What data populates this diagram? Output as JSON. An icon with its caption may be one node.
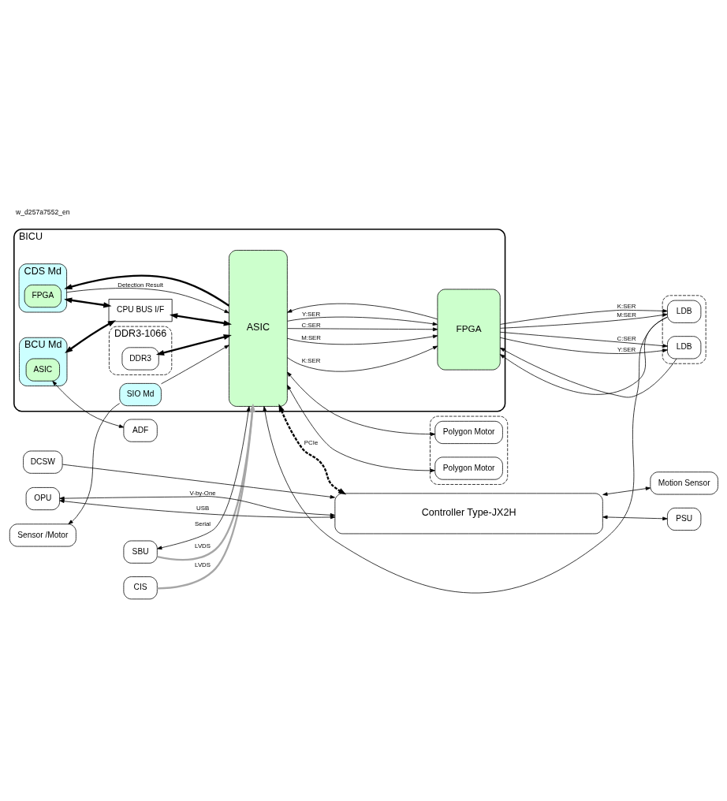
{
  "diagram": {
    "nodes": [
      {
        "text": [
          "BICU"
        ]
      },
      {
        "text": [
          "CDS Md"
        ],
        "in": 0
      },
      {
        "text": [
          "FPGA"
        ],
        "in": 1
      },
      {
        "text": [
          "BCU Md"
        ],
        "in": 0
      },
      {
        "text": [
          "ASIC"
        ],
        "in": 3
      },
      {
        "text": [
          "CPU BUS I/F"
        ],
        "in": 0
      },
      {
        "text": [
          "ADF"
        ]
      },
      {
        "text": [
          "SBU"
        ]
      },
      {
        "text": [
          "CIS"
        ]
      },
      {
        "text": [
          "DDR3-1066"
        ],
        "in": 0
      },
      {
        "text": [
          "DDR3"
        ],
        "in": 9
      },
      {
        "text": [
          "ASIC"
        ],
        "in": 0
      },
      {
        "text": [
          "Sensor /Motor"
        ]
      },
      {
        "text": [
          "SIO Md"
        ],
        "in": 0
      },
      {
        "text": [],
        "shape": "box"
      },
      {
        "text": [
          "Polygon Motor"
        ],
        "in": 14
      },
      {
        "text": [
          "Polygon Motor"
        ],
        "in": 14
      },
      {
        "text": [
          "FPGA"
        ],
        "in": 0
      },
      {
        "text": [],
        "shape": "box"
      },
      {
        "text": [
          "LDB"
        ],
        "in": 18
      },
      {
        "text": [
          "LDB"
        ],
        "in": 18
      },
      {
        "text": [
          "Motion Sensor"
        ]
      },
      {
        "text": [
          "OPU"
        ]
      },
      {
        "text": [
          "DCSW"
        ]
      },
      {
        "text": [
          "PSU"
        ]
      },
      {
        "text": [
          "Controller Type-JX2H"
        ]
      }
    ],
    "edges": [
      {
        "from": 1,
        "to": 11,
        "arrow": "to",
        "label": "Detection Result"
      },
      {
        "from": 11,
        "to": 1,
        "arrow": "to",
        "style": "thick"
      },
      {
        "from": 1,
        "to": 5,
        "arrow": "both",
        "style": "thick"
      },
      {
        "from": 3,
        "to": 5,
        "arrow": "both",
        "style": "thick"
      },
      {
        "from": 5,
        "to": 11,
        "arrow": "both",
        "style": "thick"
      },
      {
        "from": 4,
        "to": 6,
        "arrow": "both"
      },
      {
        "from": 7,
        "to": 11,
        "arrow": "both",
        "label": "Serial"
      },
      {
        "from": 7,
        "to": 11,
        "arrow": "to",
        "label": "LVDS",
        "style": "thick",
        "color": "#a6a6a6"
      },
      {
        "from": 8,
        "to": 11,
        "arrow": "to",
        "label": "LVDS",
        "style": "thick",
        "color": "#a6a6a6"
      },
      {
        "from": 10,
        "to": 11,
        "arrow": "both",
        "style": "thick"
      },
      {
        "from": 13,
        "to": 12,
        "arrow": "to"
      },
      {
        "from": 13,
        "to": 11,
        "arrow": "to"
      },
      {
        "from": 11,
        "to": 15,
        "arrow": "both"
      },
      {
        "from": 11,
        "to": 16,
        "arrow": "both"
      },
      {
        "from": 11,
        "to": 17,
        "arrow": "to",
        "label": "K:SER"
      },
      {
        "from": 11,
        "to": 17,
        "arrow": "to",
        "label": "M:SER"
      },
      {
        "from": 11,
        "to": 17,
        "arrow": "to",
        "label": "C:SER"
      },
      {
        "from": 11,
        "to": 17,
        "arrow": "to",
        "label": "Y:SER"
      },
      {
        "from": 17,
        "to": 19,
        "arrow": "to",
        "label": "K:SER"
      },
      {
        "from": 17,
        "to": 19,
        "arrow": "to",
        "label": "M:SER"
      },
      {
        "from": 19,
        "to": 17,
        "arrow": "to"
      },
      {
        "from": 17,
        "to": 20,
        "arrow": "to",
        "label": "C:SER"
      },
      {
        "from": 17,
        "to": 20,
        "arrow": "to",
        "label": "Y:SER"
      },
      {
        "from": 20,
        "to": 17,
        "arrow": "to"
      },
      {
        "from": 19,
        "to": 11,
        "arrow": "to"
      },
      {
        "from": 17,
        "to": 11,
        "arrow": "to"
      },
      {
        "from": 11,
        "to": 25,
        "arrow": "both",
        "label": "PCIe",
        "style": "dashed"
      },
      {
        "from": 25,
        "to": 22,
        "arrow": "both",
        "label": "V-by-One"
      },
      {
        "from": 25,
        "to": 22,
        "arrow": "both",
        "label": "USB"
      },
      {
        "from": 25,
        "to": 21,
        "arrow": "both"
      },
      {
        "from": 23,
        "to": 25,
        "arrow": "to"
      },
      {
        "from": 25,
        "to": 24,
        "arrow": "both"
      }
    ],
    "labels": [
      "w_d257a7552_en"
    ]
  }
}
